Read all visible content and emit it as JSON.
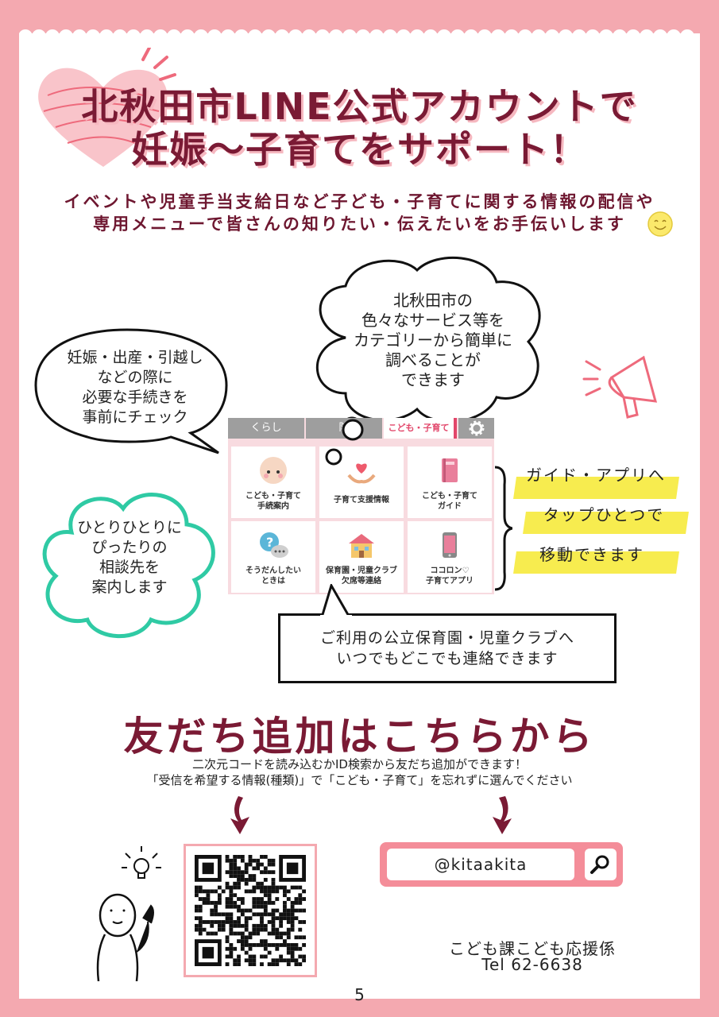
{
  "header": {
    "title_line1": "北秋田市LINE公式アカウントで",
    "title_line2": "妊娠～子育てをサポート！",
    "sub_line1": "イベントや児童手当支給日など子ども・子育てに関する情報の配信や",
    "sub_line2": "専用メニューで皆さんの知りたい・伝えたいをお手伝いします"
  },
  "bubbles": {
    "top_center": [
      "北秋田市の",
      "色々なサービス等を",
      "カテゴリーから簡単に",
      "調べることが",
      "できます"
    ],
    "left": [
      "妊娠・出産・引越し",
      "などの際に",
      "必要な手続きを",
      "事前にチェック"
    ],
    "left_green": [
      "ひとりひとりに",
      "ぴったりの",
      "相談先を",
      "案内します"
    ],
    "bottom": [
      "ご利用の公立保育園・児童クラブへ",
      "いつでもどこでも連絡できます"
    ]
  },
  "menu": {
    "tabs": [
      "くらし",
      "防",
      "こども・子育て"
    ],
    "cells": [
      {
        "line1": "こども・子育て",
        "line2": "手続案内"
      },
      {
        "line1": "子育て支援情報",
        "line2": ""
      },
      {
        "line1": "こども・子育て",
        "line2": "ガイド"
      },
      {
        "line1": "そうだんしたい",
        "line2": "ときは"
      },
      {
        "line1": "保育園・児童クラブ",
        "line2": "欠席等連絡"
      },
      {
        "line1": "ココロン♡",
        "line2": "子育てアプリ"
      }
    ]
  },
  "highlights": [
    "ガイド・アプリへ",
    "タップひとつで",
    "移動できます"
  ],
  "friend": {
    "heading": "友だち追加はこちらから",
    "note1": "二次元コードを読み込むかID検索から友だち追加ができます！",
    "note2": "「受信を希望する情報(種類)」で「こども・子育て」を忘れずに選んでください"
  },
  "search": {
    "id_value": "@kitaakita"
  },
  "contact": {
    "dept": "こども課こども応援係",
    "tel": "Tel 62-6638"
  },
  "page_number": "5",
  "colors": {
    "accent": "#7a1a34",
    "border_pink": "#f4a9b0",
    "green": "#2fcaa4",
    "yellow": "#f7ec4f"
  }
}
